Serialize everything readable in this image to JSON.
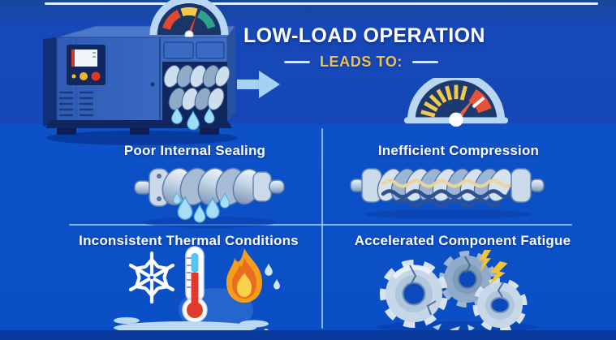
{
  "infographic": {
    "title": "LOW-LOAD OPERATION",
    "subtitle": "LEADS TO:",
    "quadrants": [
      {
        "id": "poor-internal-sealing",
        "label": "Poor Internal Sealing",
        "icon": "leaking-screw-rotor-icon"
      },
      {
        "id": "inefficient-compression",
        "label": "Inefficient Compression",
        "icon": "redline-gauge-and-wavy-rotor-icon"
      },
      {
        "id": "inconsistent-thermal-conditions",
        "label": "Inconsistent Thermal Conditions",
        "icon": "snowflake-thermometer-flame-icon"
      },
      {
        "id": "accelerated-component-fatigue",
        "label": "Accelerated Component Fatigue",
        "icon": "cracked-gears-lightning-icon"
      }
    ],
    "icons": {
      "compressor": "air-compressor-illustration",
      "header_gauge": "overload-gauge-icon",
      "arrow": "right-arrow-icon"
    },
    "colors": {
      "background": "#0d51c8",
      "background_top": "#1547b6",
      "bottom_band": "#0a3b9c",
      "text_white": "#ffffff",
      "accent_yellow": "#efc14e",
      "divider_blue": "#aacdf5",
      "arrow_blue": "#a5d2f2",
      "gauge_face_navy": "#1c3567",
      "gauge_red": "#e0492f",
      "gauge_teal": "#2fa08c",
      "water_blue": "#a8ddf8",
      "flame_orange": "#f59e1b",
      "lightning_yellow": "#f1c33c"
    }
  }
}
